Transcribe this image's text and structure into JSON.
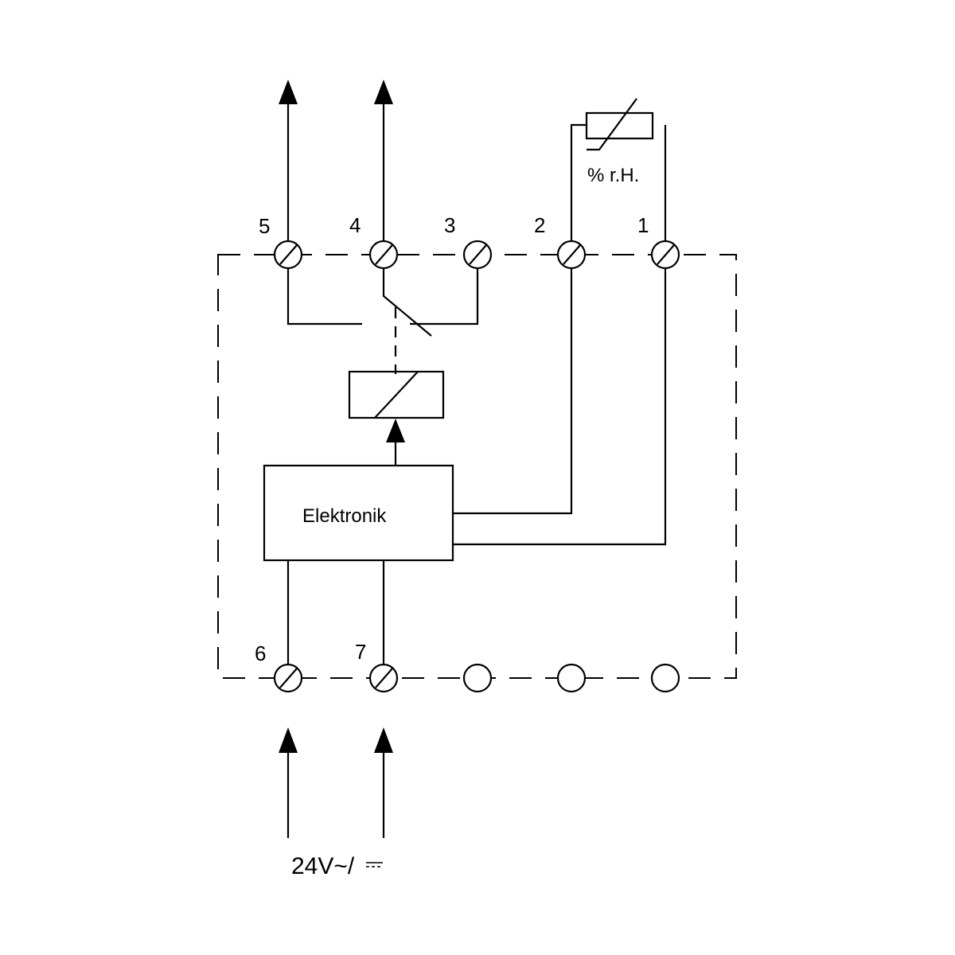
{
  "diagram": {
    "terminals_top": [
      {
        "label": "5"
      },
      {
        "label": "4"
      },
      {
        "label": "3"
      },
      {
        "label": "2"
      },
      {
        "label": "1"
      }
    ],
    "terminals_bottom": [
      {
        "label": "6"
      },
      {
        "label": "7"
      },
      {
        "label": ""
      },
      {
        "label": ""
      },
      {
        "label": ""
      }
    ],
    "sensor_label": "% r.H.",
    "electronics_label": "Elektronik",
    "supply_label": "24V~/",
    "colors": {
      "stroke": "#000000",
      "background": "#ffffff"
    }
  }
}
